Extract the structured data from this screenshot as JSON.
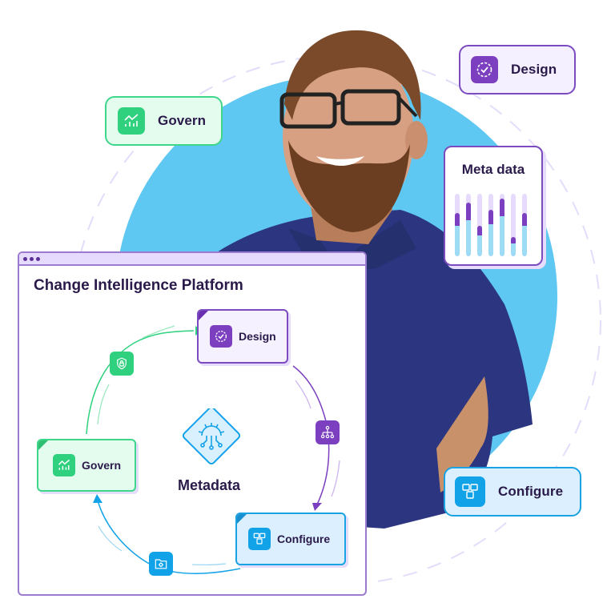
{
  "floating_chips": {
    "govern": {
      "label": "Govern",
      "icon": "growth-chart-icon"
    },
    "design": {
      "label": "Design",
      "icon": "dashed-check-circle-icon"
    },
    "configure": {
      "label": "Configure",
      "icon": "stacked-cubes-icon"
    }
  },
  "meta_card": {
    "title": "Meta data",
    "bars": [
      {
        "blue": 38,
        "purple": 16
      },
      {
        "blue": 45,
        "purple": 22
      },
      {
        "blue": 26,
        "purple": 12
      },
      {
        "blue": 40,
        "purple": 18
      },
      {
        "blue": 50,
        "purple": 22
      },
      {
        "blue": 16,
        "purple": 8
      },
      {
        "blue": 38,
        "purple": 16
      }
    ]
  },
  "window": {
    "title": "Change Intelligence Platform",
    "nodes": {
      "design": {
        "label": "Design",
        "icon": "dashed-check-circle-icon"
      },
      "govern": {
        "label": "Govern",
        "icon": "growth-chart-icon"
      },
      "configure": {
        "label": "Configure",
        "icon": "stacked-cubes-icon"
      }
    },
    "connectors": {
      "shield": "shield-lock-icon",
      "hierarchy": "org-hierarchy-icon",
      "folder": "folder-gear-icon"
    },
    "center_label": "Metadata",
    "center_icon": "gear-circuit-icon"
  },
  "colors": {
    "purple": "#7b3fc0",
    "green": "#2fd17f",
    "blue": "#12a2e8",
    "sky_circle": "#5ec8f2",
    "shirt": "#2b3580",
    "text_dark": "#2a1a4a"
  }
}
